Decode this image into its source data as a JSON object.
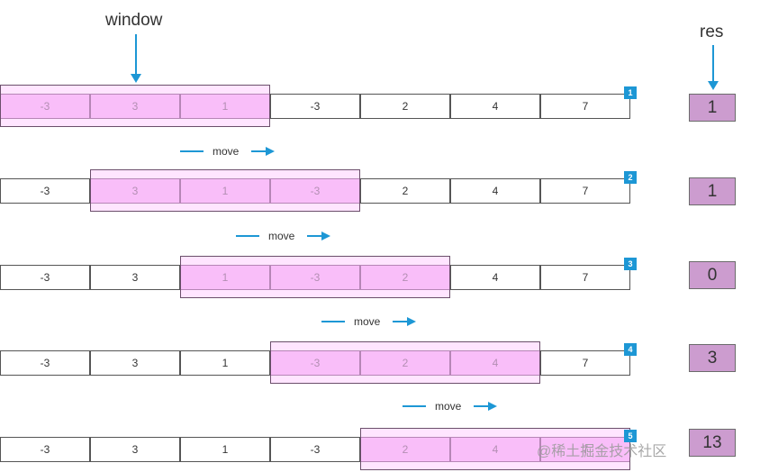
{
  "labels": {
    "window": "window",
    "res": "res"
  },
  "move_label": "move",
  "watermark": "@稀土掘金技术社区",
  "colors": {
    "accent": "#1d97d5",
    "window_fill": "#f6c4f6",
    "res_fill": "#cc9ccf"
  },
  "rows": [
    {
      "step": "1",
      "cells": [
        "-3",
        "3",
        "1",
        "-3",
        "2",
        "4",
        "7"
      ],
      "window_start": 0,
      "res": "1"
    },
    {
      "step": "2",
      "cells": [
        "-3",
        "3",
        "1",
        "-3",
        "2",
        "4",
        "7"
      ],
      "window_start": 1,
      "res": "1"
    },
    {
      "step": "3",
      "cells": [
        "-3",
        "3",
        "1",
        "-3",
        "2",
        "4",
        "7"
      ],
      "window_start": 2,
      "res": "0"
    },
    {
      "step": "4",
      "cells": [
        "-3",
        "3",
        "1",
        "-3",
        "2",
        "4",
        "7"
      ],
      "window_start": 3,
      "res": "3"
    },
    {
      "step": "5",
      "cells": [
        "-3",
        "3",
        "1",
        "-3",
        "2",
        "4",
        "7"
      ],
      "window_start": 4,
      "res": "13"
    }
  ]
}
